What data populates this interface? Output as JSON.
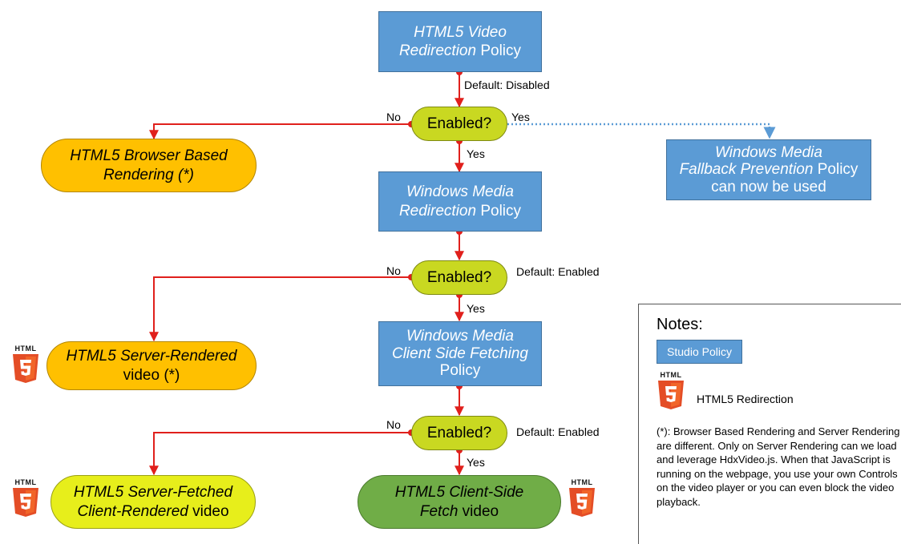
{
  "policy_video_redirection": {
    "italic": "HTML5 Video",
    "line2_italic": "Redirection",
    "line2_rest": " Policy"
  },
  "policy_wm_redirection": {
    "italic": "Windows Media",
    "line2_italic": "Redirection",
    "line2_rest": " Policy"
  },
  "policy_client_fetching": {
    "line1": "Windows Media",
    "line2": "Client Side Fetching",
    "line3": "Policy"
  },
  "policy_fallback": {
    "line1": "Windows Media",
    "line2_italic": "Fallback Prevention",
    "line2_rest": " Policy",
    "line3": "can now be used"
  },
  "decision_label": "Enabled?",
  "labels": {
    "default_disabled": "Default: Disabled",
    "default_enabled": "Default: Enabled",
    "yes": "Yes",
    "no": "No"
  },
  "outcomes": {
    "browser_rendering": {
      "line1": "HTML5 Browser Based",
      "line2": "Rendering (*)"
    },
    "server_rendered": {
      "line1": "HTML5 Server-Rendered",
      "line2": "video (*)"
    },
    "server_fetched": {
      "line1": "HTML5 Server-Fetched",
      "line2_italic": "Client-Rendered",
      "line2_rest": " video"
    },
    "client_side_fetch": {
      "line1": "HTML5 Client-Side",
      "line2_italic": "Fetch",
      "line2_rest": " video"
    }
  },
  "html5_logo_text": "HTML",
  "notes": {
    "title": "Notes:",
    "studio_policy": "Studio Policy",
    "html5_redirection": "HTML5 Redirection",
    "footnote": "(*): Browser Based Rendering and Server Rendering are different. Only on Server Rendering can we load and leverage HdxVideo.js. When that JavaScript is running on the webpage, you use your own Controls on the video player or you can even block the video playback."
  },
  "colors": {
    "policy_box": "#5b9bd5",
    "decision": "#c9d821",
    "outcome_orange": "#ffc000",
    "outcome_yellow": "#e7ee1b",
    "outcome_green": "#70ad47",
    "connector": "#e0201c",
    "dotted_connector": "#5b9bd5"
  }
}
